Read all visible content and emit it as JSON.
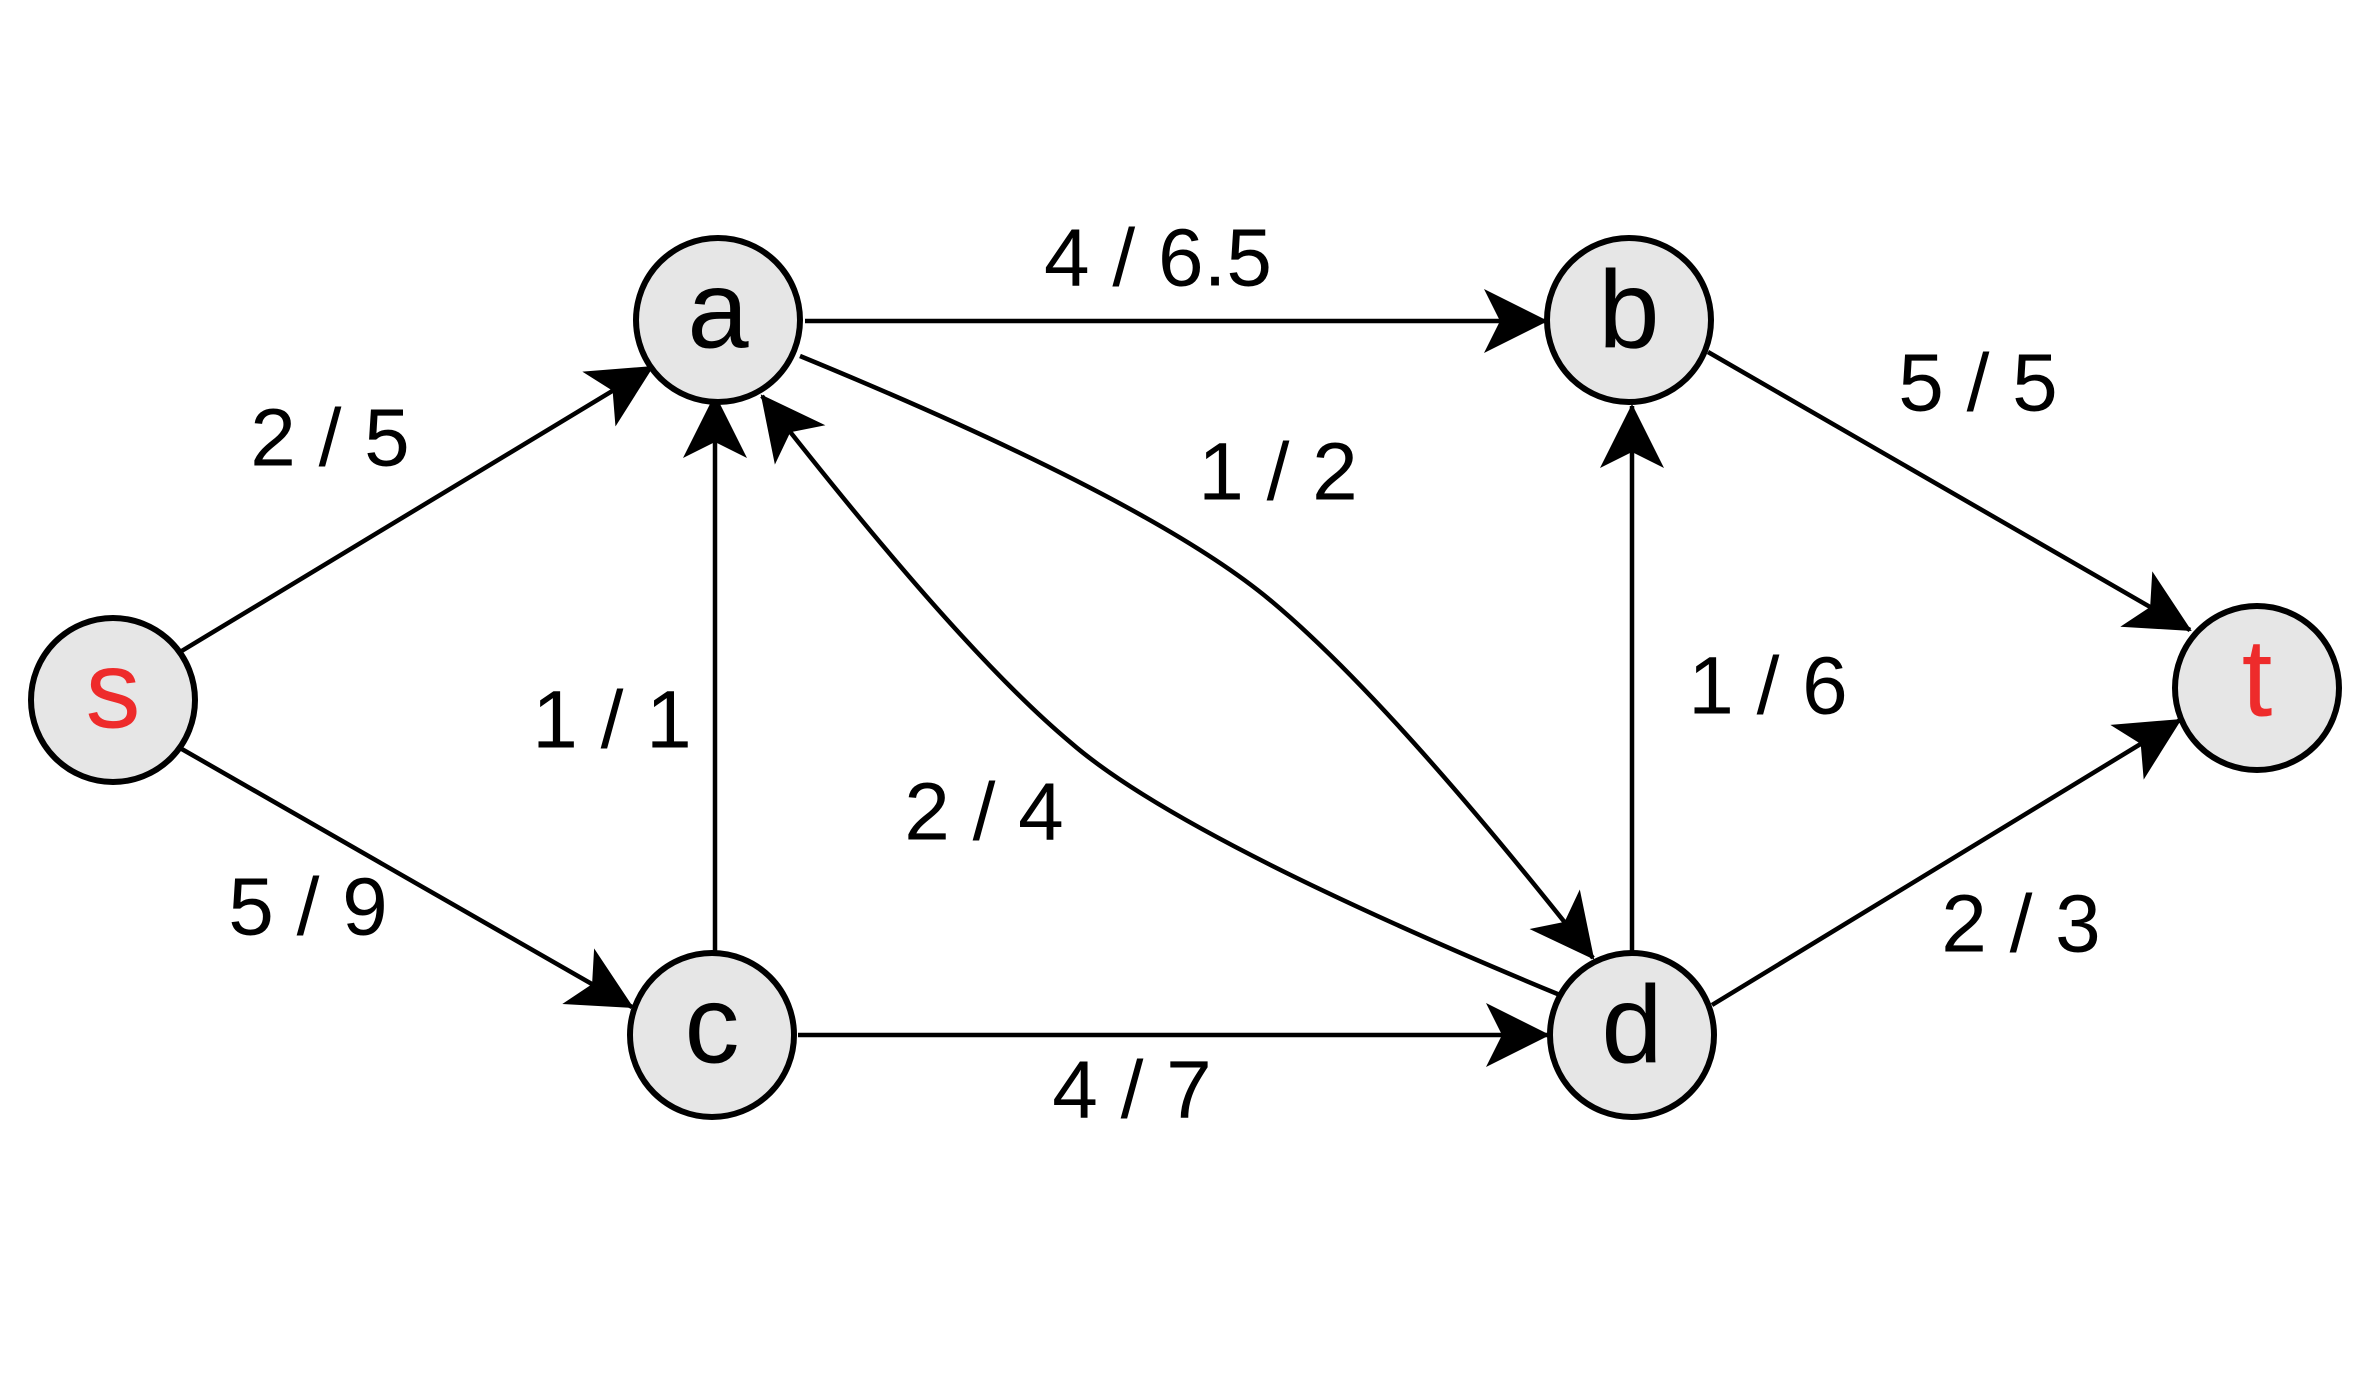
{
  "colors": {
    "node_fill": "#e6e6e6",
    "node_stroke": "#000000",
    "terminal_label": "#ee2b2b",
    "inner_label": "#000000"
  },
  "nodes": {
    "s": "s",
    "a": "a",
    "b": "b",
    "c": "c",
    "d": "d",
    "t": "t"
  },
  "edges": {
    "s_a": "2 / 5",
    "s_c": "5 / 9",
    "a_b": "4 / 6.5",
    "a_d": "1 / 2",
    "c_a": "1 / 1",
    "d_a": "2 / 4",
    "c_d": "4 / 7",
    "d_b": "1 / 6",
    "b_t": "5 / 5",
    "d_t": "2 / 3"
  }
}
